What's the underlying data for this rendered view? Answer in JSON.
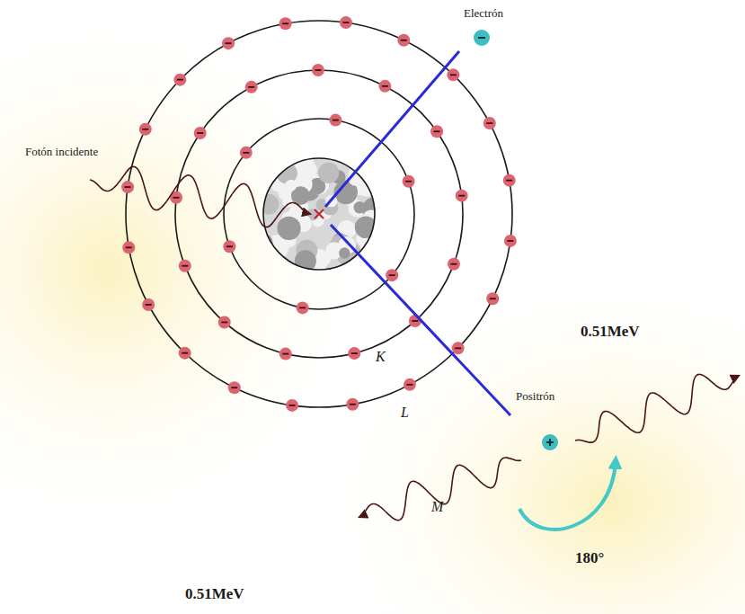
{
  "diagram": {
    "labels": [
      "Electrón",
      "Fotón incidente",
      "K",
      "L",
      "M",
      "Positrón",
      "0.51MeV",
      "0.51MeV",
      "180°"
    ]
  }
}
